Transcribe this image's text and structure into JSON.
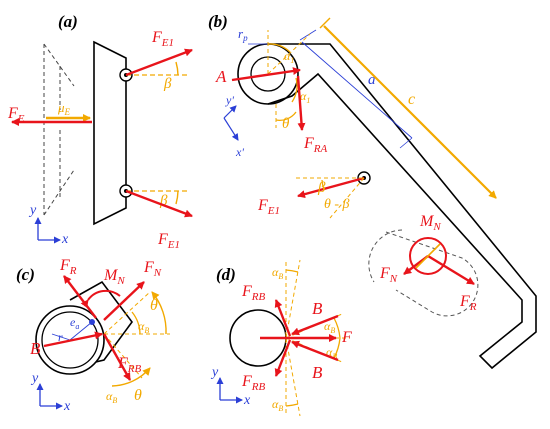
{
  "panels": {
    "a": "(a)",
    "b": "(b)",
    "c": "(c)",
    "d": "(d)"
  },
  "colors": {
    "force": "#e8141b",
    "geometry": "#f2a900",
    "axis": "#2b3fd6",
    "outline": "#000000"
  },
  "panel_a": {
    "FE": "F",
    "FE_sub": "E",
    "FE1_top": "F",
    "FE1_top_sub": "E1",
    "FE1_bot": "F",
    "FE1_bot_sub": "E1",
    "beta_top": "β",
    "beta_bot": "β",
    "mu": "μ",
    "mu_sub": "E",
    "x": "x",
    "y": "y"
  },
  "panel_b": {
    "A": "A",
    "rp": "r",
    "rp_sub": "p",
    "alpha1": "α",
    "alpha1_sub": "1",
    "alpha2": "α",
    "alpha2_sub": "1",
    "theta": "θ",
    "FRA": "F",
    "FRA_sub": "RA",
    "a": "a",
    "c": "c",
    "FE1": "F",
    "FE1_sub": "E1",
    "beta1": "β",
    "theta_beta": "θ - β",
    "MN": "M",
    "MN_sub": "N",
    "FN": "F",
    "FN_sub": "N",
    "FR": "F",
    "FR_sub": "R",
    "yp": "y'",
    "xp": "x'"
  },
  "panel_c": {
    "FR": "F",
    "FR_sub": "R",
    "MN": "M",
    "MN_sub": "N",
    "FN": "F",
    "FN_sub": "N",
    "theta_top": "θ",
    "alphaB": "α",
    "alphaB_sub": "B",
    "ea": "e",
    "ea_sub": "a",
    "r": "r",
    "B": "B",
    "FRB": "F",
    "FRB_sub": "RB",
    "alphaB2": "α",
    "alphaB2_sub": "B",
    "theta_bot": "θ",
    "x": "x",
    "y": "y"
  },
  "panel_d": {
    "alphaB_top": "α",
    "alphaB_top_sub": "B",
    "FRB_top": "F",
    "FRB_top_sub": "RB",
    "B_top": "B",
    "alphaB_r1": "α",
    "alphaB_r1_sub": "B",
    "F": "F",
    "alphaB_r2": "α",
    "alphaB_r2_sub": "B",
    "B_bot": "B",
    "FRB_bot": "F",
    "FRB_bot_sub": "RB",
    "alphaB_bot": "α",
    "alphaB_bot_sub": "B",
    "x": "x",
    "y": "y"
  }
}
